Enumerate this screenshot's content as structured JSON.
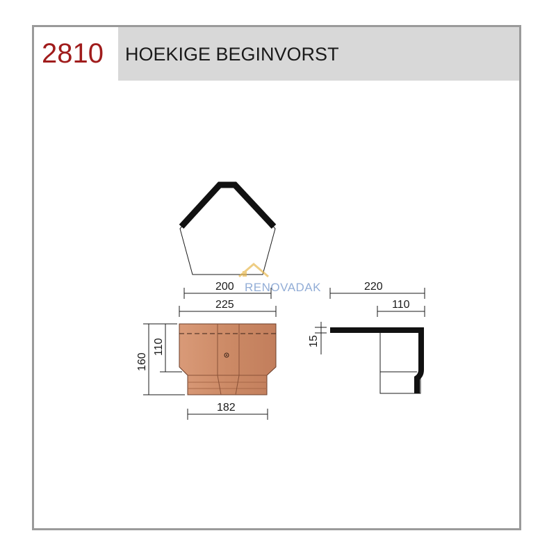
{
  "header": {
    "code": "2810",
    "title": "HOEKIGE BEGINVORST"
  },
  "dimensions": {
    "top_width_inner": "200",
    "top_width_outer": "225",
    "bottom_width": "182",
    "total_height": "160",
    "body_height": "110",
    "side_total": "220",
    "side_partial": "110",
    "thickness": "15"
  },
  "watermark": {
    "text": "RENOVADAK"
  },
  "colors": {
    "code": "#a01c1c",
    "header_band": "#d8d8d8",
    "frame": "#9a9a9a",
    "tile": "#cf9070",
    "tile_dark": "#111111"
  }
}
